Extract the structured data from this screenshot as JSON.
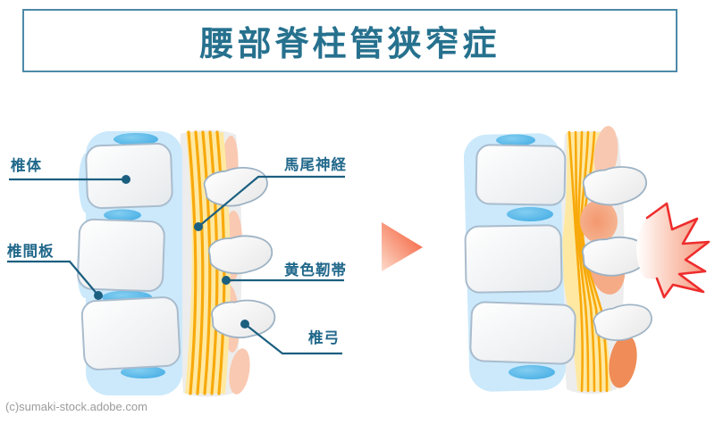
{
  "title": "腰部脊柱管狭窄症",
  "copyright": "(c)sumaki-stock.adobe.com",
  "labels": {
    "vertebral_body": "椎体",
    "intervertebral_disc": "椎間板",
    "cauda_equina_nerve": "馬尾神経",
    "yellow_ligament": "黄色靭帯",
    "vertebral_arch": "椎弓"
  },
  "colors": {
    "title_text": "#26718e",
    "title_border": "#4d8aa8",
    "label_text": "#21688b",
    "callout_line": "#1b5f80",
    "column_blue": "#cbe9fb",
    "disc_blue": "#45b0e7",
    "vertebra_fill": "#f4f6f8",
    "vertebra_stroke": "#a9bccd",
    "canal_gray": "#ededed",
    "ligament_yellow": "#ffe9a2",
    "nerve_fiber_orange": "#f8a90b",
    "flavum_pink": "#f9c9b1",
    "flavum_swollen": "#f3a077",
    "flavum_dark": "#ef8c58",
    "pain_red": "#ee2d2d",
    "arrow_orange": "#f4512b",
    "copyright_gray": "#9b9b9b"
  }
}
